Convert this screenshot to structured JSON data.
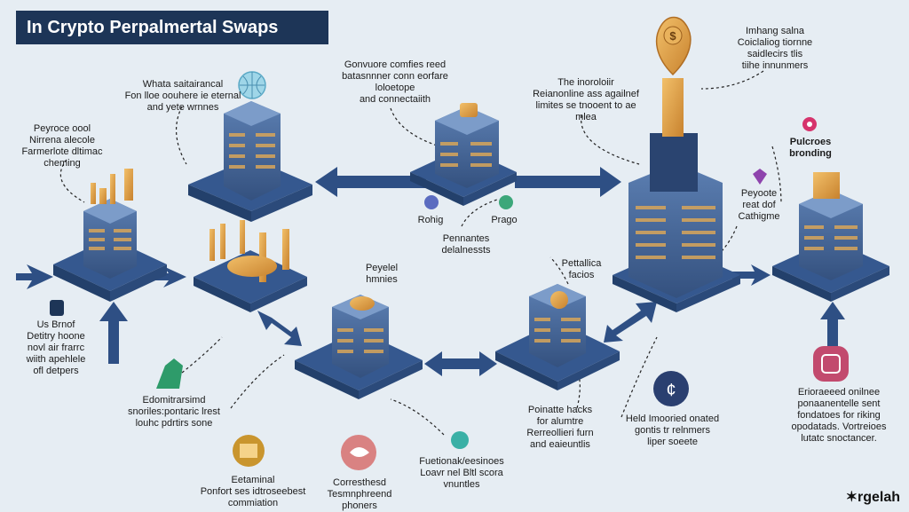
{
  "title": "In Crypto Perpalmertal Swaps",
  "brand": "✶rgelah",
  "labels": {
    "top_left_a": "Whata saitairancal\nFon lloe oouhere ie eternal\nand yete wrnnes",
    "top_left_b": "Peyroce oool\nNirrena alecole\nFarmerlote dltimac\ncheming",
    "top_center": "Gonvuore comfies reed\nbatasnnner conn eorfare\nloloetope\nand connectaiith",
    "top_right_mid": "The inoroloiir\nReianonline ass agailnef\nlimites se tnooent to ae\nmlea",
    "top_right_corner": "Imhang salna\nCoiclaliog tiornne\nsaidlecirs tlis\ntiihe innunmers",
    "right_pink": "Pulcroes\nbronding",
    "right_diamond": "Peyoote\nreat dof\nCathigme",
    "center_rohig": "Rohig",
    "center_prago": "Prago",
    "center_pennantes": "Pennantes\ndelalnessts",
    "mid_pegyelal": "Peyelel\nhmnies",
    "mid_pettalica": "Pettallica\nfacios",
    "left_usbrnof": "Us Brnof\nDetitry hoone\nnovl air frarrc\nwiith apehlele\nofl detpers",
    "left_green": "Edomitrarsimd\nsnoriles:pontaric lrest\nlouhc pdrtirs sone",
    "bottom_left": "Eetaminal\nPonfort ses idtroseebest\ncommiation",
    "bottom_mid_left": "Corresthesd\nTesmnphreend\nphoners",
    "bottom_mid": "Fuetionak/eesinoes\nLoavr nel Bltl scora\nvnuntles",
    "bottom_center_right": "Poinatte hacks\nfor alumtre\nRerreollieri furn\nand eaieuntlis",
    "bottom_right_mid": "Held Imooried onated\ngontis tr relnmers\nliper soeete",
    "bottom_right": "Erioraeeed onilnee\nponaanentelle sent\nfondatoes for riking\nopodatads. Vortreioes\nlutatc snoctancer."
  },
  "colors": {
    "title_bg": "#1d3557",
    "building": "#3b5b8c",
    "building_dark": "#2a4470",
    "building_light": "#6d8fbf",
    "platform": "#35588f",
    "arrow": "#2e4f84",
    "gold": "#e0a244"
  },
  "icons": [
    "globe-icon",
    "dollar-pin-icon",
    "coin-icon",
    "diamond-icon",
    "pink-ring-icon",
    "green-dollar-icon",
    "bitcoin-icon",
    "cent-icon",
    "frame-icon",
    "ledger-icon",
    "leaf-icon",
    "teal-swap-icon"
  ]
}
